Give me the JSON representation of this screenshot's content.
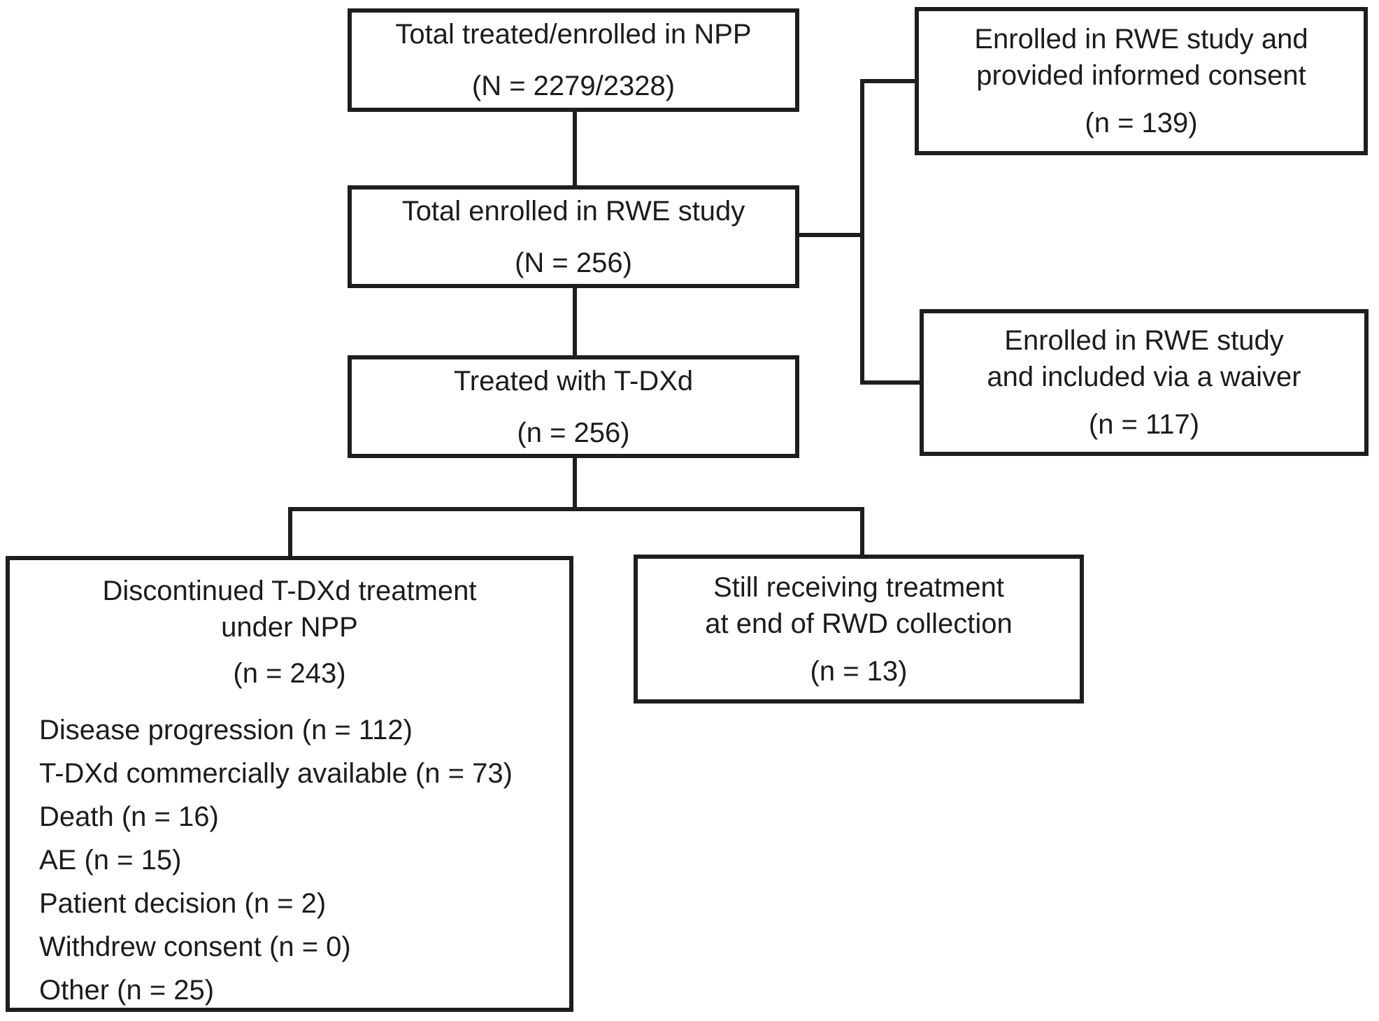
{
  "diagram": {
    "type": "patient-flowchart",
    "boxes": {
      "npp": {
        "title": "Total treated/enrolled in NPP",
        "count": "(N = 2279/2328)"
      },
      "rwe": {
        "title": "Total enrolled in RWE study",
        "count": "(N = 256)"
      },
      "tdxd": {
        "title": "Treated with T-DXd",
        "count": "(n = 256)"
      },
      "consent": {
        "line1": "Enrolled in RWE study and",
        "line2": "provided informed consent",
        "count": "(n = 139)"
      },
      "waiver": {
        "line1": "Enrolled in RWE study",
        "line2": "and included via a waiver",
        "count": "(n = 117)"
      },
      "discontinued": {
        "line1": "Discontinued T-DXd treatment",
        "line2": "under NPP",
        "count": "(n = 243)",
        "items": [
          "Disease progression (n = 112)",
          "T-DXd commercially available (n = 73)",
          "Death (n = 16)",
          "AE (n = 15)",
          "Patient decision (n = 2)",
          "Withdrew consent (n = 0)",
          "Other (n = 25)"
        ]
      },
      "still": {
        "line1": "Still receiving treatment",
        "line2": "at end of RWD collection",
        "count": "(n = 13)"
      }
    },
    "colors": {
      "line": "#1e1e1e",
      "text": "#1c1c1c",
      "background": "#ffffff"
    }
  }
}
